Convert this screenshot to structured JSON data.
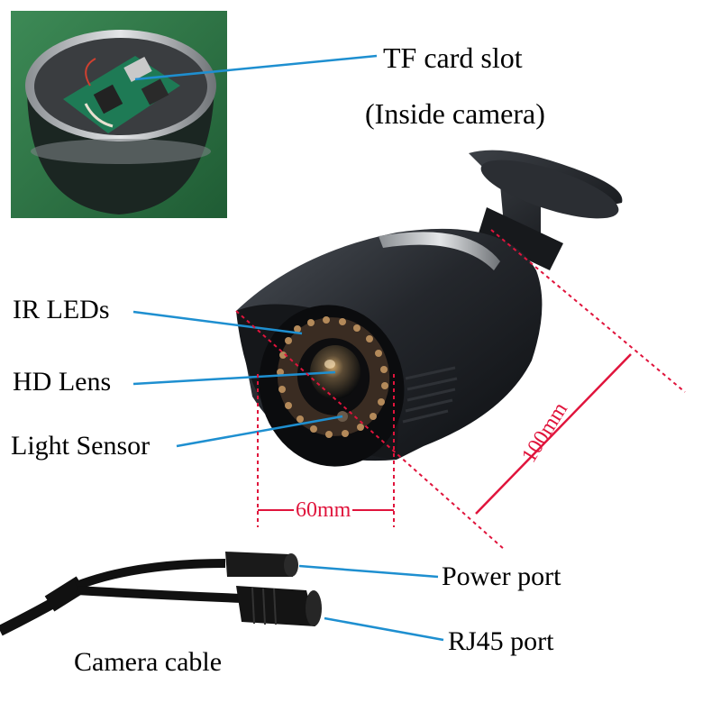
{
  "labels": {
    "tf_card_slot": "TF card slot",
    "inside_camera": "(Inside camera)",
    "ir_leds": "IR LEDs",
    "hd_lens": "HD Lens",
    "light_sensor": "Light Sensor",
    "power_port": "Power port",
    "rj45_port": "RJ45 port",
    "camera_cable": "Camera cable"
  },
  "dimensions": {
    "diameter": "60mm",
    "length": "100mm"
  },
  "colors": {
    "leader_line": "#1e8fd0",
    "dimension": "#e0143c",
    "camera_body": "#1f2226",
    "inset_background": "#2f7a4a"
  }
}
